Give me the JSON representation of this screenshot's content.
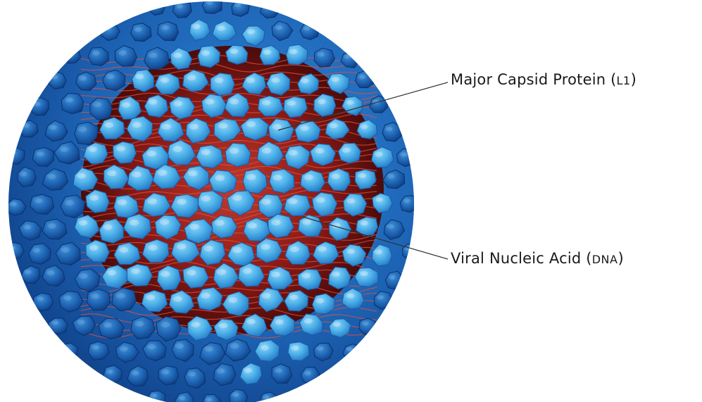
{
  "labels": {
    "capsid": {
      "text": "Major Capsid Protein (",
      "abbr": "L1",
      "close": ")"
    },
    "dna": {
      "text": "Viral Nucleic Acid (",
      "abbr": "DNA",
      "close": ")"
    }
  },
  "colors": {
    "capsomer_light": "#4fb3ea",
    "capsomer_dark": "#1a5aa6",
    "shell": "#1d63b4",
    "interior": "#8b1a16",
    "dna_strand": "#e0503e",
    "leader_line": "#333333"
  }
}
